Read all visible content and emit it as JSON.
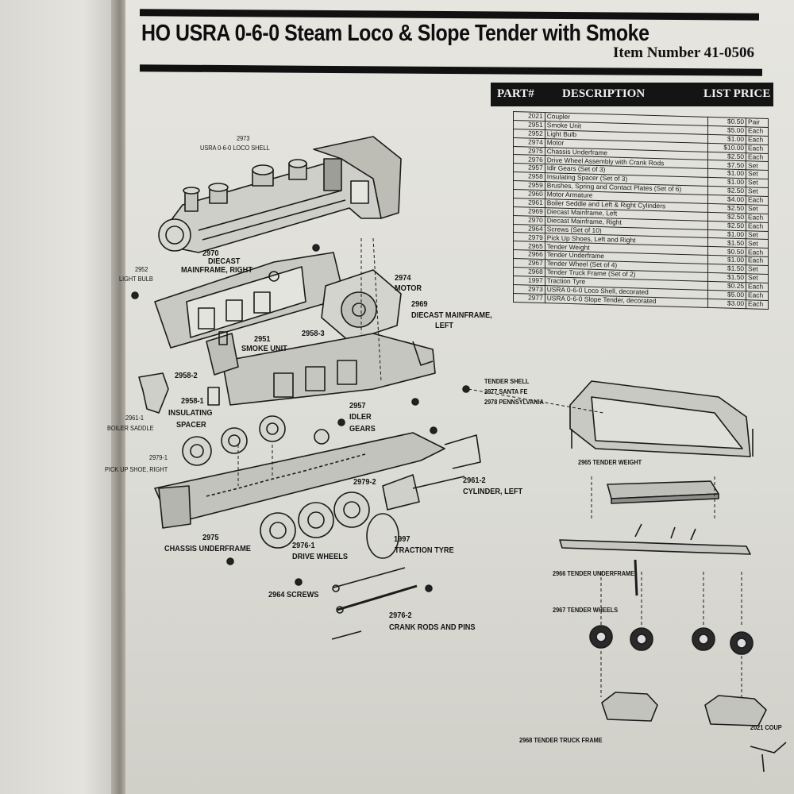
{
  "header": {
    "title": "HO USRA 0-6-0 Steam Loco & Slope Tender with Smoke",
    "item_number": "Item Number 41-0506"
  },
  "table": {
    "col_part": "PART#",
    "col_desc": "DESCRIPTION",
    "col_price": "LIST PRICE",
    "rows": [
      {
        "part": "2021",
        "desc": "Coupler",
        "price": "$0.50",
        "unit": "Pair"
      },
      {
        "part": "2951",
        "desc": "Smoke Unit",
        "price": "$5.00",
        "unit": "Each"
      },
      {
        "part": "2952",
        "desc": "Light Bulb",
        "price": "$1.00",
        "unit": "Each"
      },
      {
        "part": "2974",
        "desc": "Motor",
        "price": "$10.00",
        "unit": "Each"
      },
      {
        "part": "2975",
        "desc": "Chassis Underframe",
        "price": "$2.50",
        "unit": "Each"
      },
      {
        "part": "2976",
        "desc": "Drive Wheel Assembly with Crank Rods",
        "price": "$7.50",
        "unit": "Set"
      },
      {
        "part": "2957",
        "desc": "Idlr Gears (Set of 3)",
        "price": "$1.00",
        "unit": "Set"
      },
      {
        "part": "2958",
        "desc": "Insulating Spacer (Set of 3)",
        "price": "$1.00",
        "unit": "Set"
      },
      {
        "part": "2959",
        "desc": "Brushes, Spring and Contact Plates (Set of 6)",
        "price": "$2.50",
        "unit": "Set"
      },
      {
        "part": "2960",
        "desc": "Motor Armature",
        "price": "$4.00",
        "unit": "Each"
      },
      {
        "part": "2961",
        "desc": "Boiler Seddle and Left & Right Cylinders",
        "price": "$2.50",
        "unit": "Set"
      },
      {
        "part": "2969",
        "desc": "Diecast Mainframe, Left",
        "price": "$2.50",
        "unit": "Each"
      },
      {
        "part": "2970",
        "desc": "Diecast Mainframe, Right",
        "price": "$2.50",
        "unit": "Each"
      },
      {
        "part": "2964",
        "desc": "Screws (Set of 10)",
        "price": "$1.00",
        "unit": "Set"
      },
      {
        "part": "2979",
        "desc": "Pick Up Shoes, Left and Right",
        "price": "$1.50",
        "unit": "Set"
      },
      {
        "part": "2965",
        "desc": "Tender Weight",
        "price": "$0.50",
        "unit": "Each"
      },
      {
        "part": "2966",
        "desc": "Tender Underframe",
        "price": "$1.00",
        "unit": "Each"
      },
      {
        "part": "2967",
        "desc": "Tender Wheel (Set of 4)",
        "price": "$1.50",
        "unit": "Set"
      },
      {
        "part": "2968",
        "desc": "Tender Truck Frame (Set of 2)",
        "price": "$1.50",
        "unit": "Set"
      },
      {
        "part": "1997",
        "desc": "Traction Tyre",
        "price": "$0.25",
        "unit": "Each"
      },
      {
        "part": "2973",
        "desc": "USRA 0-6-0 Loco Shell, decorated",
        "price": "$5.00",
        "unit": "Each"
      },
      {
        "part": "2977",
        "desc": "USRA 0-6-0 Slope Tender, decorated",
        "price": "$3.00",
        "unit": "Each"
      }
    ]
  },
  "callouts": {
    "loco_shell_num": "2973",
    "loco_shell": "USRA 0-6-0 LOCO SHELL",
    "light_bulb_num": "2952",
    "light_bulb": "LIGHT BULB",
    "mainframe_right_num": "2970",
    "mainframe_right_a": "DIECAST",
    "mainframe_right_b": "MAINFRAME, RIGHT",
    "motor_num": "2974",
    "motor": "MOTOR",
    "mainframe_left_num": "2969",
    "mainframe_left_a": "DIECAST MAINFRAME,",
    "mainframe_left_b": "LEFT",
    "smoke_unit_num": "2951",
    "smoke_unit": "SMOKE UNIT",
    "spacer_top": "2958-3",
    "spacer_2": "2958-2",
    "spacer_1_num": "2958-1",
    "spacer_1_a": "INSULATING",
    "spacer_1_b": "SPACER",
    "boiler_saddle_num": "2961-1",
    "boiler_saddle": "BOILER SADDLE",
    "idler_num": "2957",
    "idler_a": "IDLER",
    "idler_b": "GEARS",
    "pickup_num": "2979-1",
    "pickup": "PICK UP SHOE, RIGHT",
    "pickup2_num": "2979-2",
    "cylinder_num": "2961-2",
    "cylinder": "CYLINDER, LEFT",
    "chassis_num": "2975",
    "chassis": "CHASSIS UNDERFRAME",
    "drive_num": "2976-1",
    "drive": "DRIVE WHEELS",
    "tyre_num": "1997",
    "tyre": "TRACTION TYRE",
    "screws": "2964 SCREWS",
    "crank_num": "2976-2",
    "crank": "CRANK RODS AND PINS",
    "tender_shell": "TENDER SHELL",
    "tender_sf": "2977 SANTA FE",
    "tender_pa": "2978 PENNSYLVANIA",
    "tender_weight": "2965 TENDER WEIGHT",
    "tender_underframe": "2966 TENDER UNDERFRAME",
    "tender_wheels": "2967 TENDER WHEELS",
    "tender_truck": "2968 TENDER TRUCK FRAME",
    "coupler": "2021 COUP"
  }
}
